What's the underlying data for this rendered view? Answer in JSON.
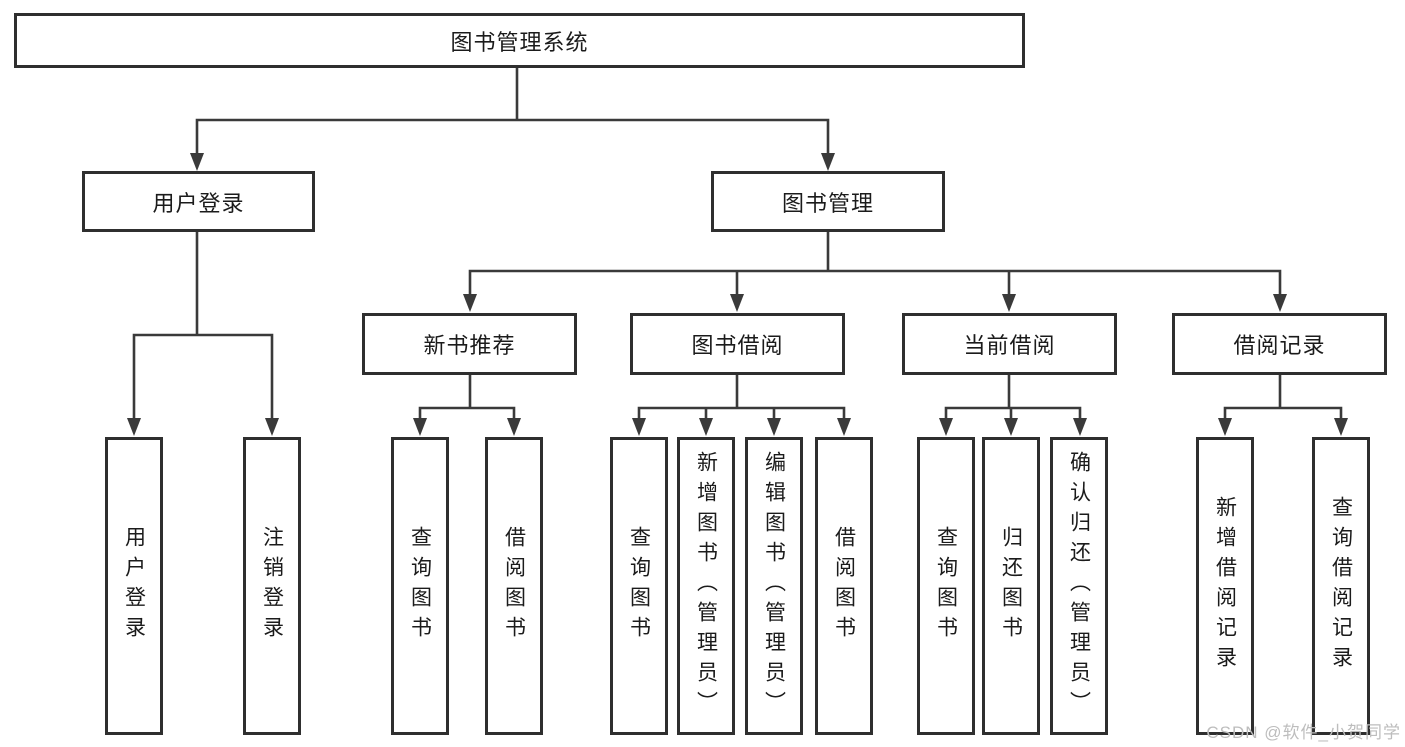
{
  "diagram": {
    "root": "图书管理系统",
    "level2": [
      "用户登录",
      "图书管理"
    ],
    "level3": [
      "新书推荐",
      "图书借阅",
      "当前借阅",
      "借阅记录"
    ],
    "leaves": {
      "user_login": [
        "用户登录",
        "注销登录"
      ],
      "new_books": [
        "查询图书",
        "借阅图书"
      ],
      "book_borrow": [
        "查询图书",
        "新增图书（管理员）",
        "编辑图书（管理员）",
        "借阅图书"
      ],
      "current_borrow": [
        "查询图书",
        "归还图书",
        "确认归还（管理员）"
      ],
      "records": [
        "新增借阅记录",
        "查询借阅记录"
      ]
    },
    "line_color": "#3a3a3a"
  },
  "watermark": "CSDN @软件_小贺同学"
}
